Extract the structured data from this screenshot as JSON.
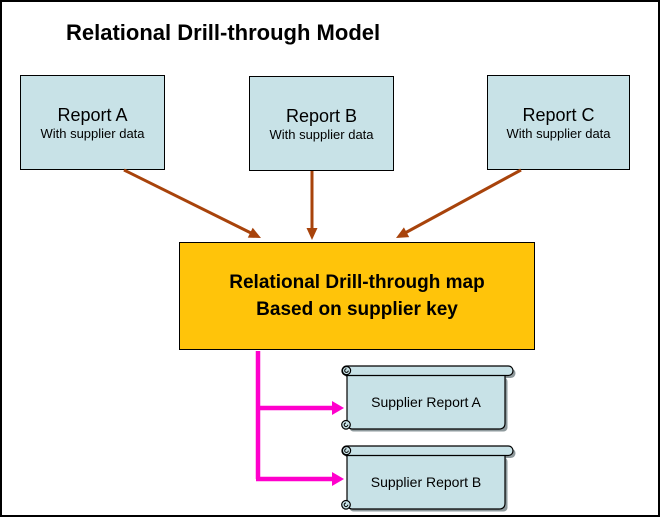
{
  "title": "Relational Drill-through Model",
  "source_reports": [
    {
      "name": "Report A",
      "subtitle": "With supplier data"
    },
    {
      "name": "Report B",
      "subtitle": "With supplier data"
    },
    {
      "name": "Report C",
      "subtitle": "With supplier data"
    }
  ],
  "map_box": {
    "line1": "Relational Drill-through map",
    "line2": "Based on supplier key"
  },
  "supplier_reports": [
    {
      "name": "Supplier Report A"
    },
    {
      "name": "Supplier Report B"
    }
  ],
  "colors": {
    "report_box_fill": "#C8E2E7",
    "map_box_fill": "#FFC40A",
    "brown_arrow": "#A8430B",
    "magenta_arrow": "#FF00CC",
    "scroll_fill": "#C8E2E7",
    "scroll_shadow": "#8E999C",
    "border": "#000000",
    "background": "#FFFFFF"
  }
}
